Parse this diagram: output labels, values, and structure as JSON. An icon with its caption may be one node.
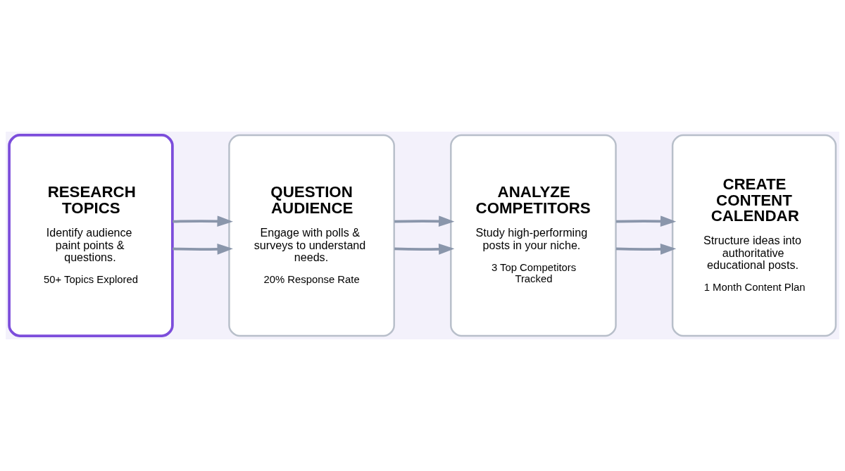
{
  "diagram": {
    "nodes": [
      {
        "text": [
          "RESEARCH TOPICS",
          "Identify audience paint points & questions.",
          "50+ Topics Explored"
        ]
      },
      {
        "text": [
          "QUESTION AUDIENCE",
          "Engage with polls & surveys to understand needs.",
          "20% Response Rate"
        ]
      },
      {
        "text": [
          "ANALYZE COMPETITORS",
          "Study high-performing posts in your niche.",
          "3 Top Competitors Tracked"
        ]
      },
      {
        "text": [
          "CREATE CONTENT CALENDAR",
          "Structure ideas into authoritative educational posts.",
          "1 Month Content Plan"
        ]
      }
    ],
    "edges": [
      {
        "from": 0,
        "to": 1,
        "arrow": "to"
      },
      {
        "from": 1,
        "to": 2,
        "arrow": "to"
      },
      {
        "from": 2,
        "to": 3,
        "arrow": "to"
      },
      {
        "from": 0,
        "to": 1,
        "arrow": "to"
      },
      {
        "from": 1,
        "to": 2,
        "arrow": "to"
      },
      {
        "from": 2,
        "to": 3,
        "arrow": "to"
      }
    ]
  }
}
